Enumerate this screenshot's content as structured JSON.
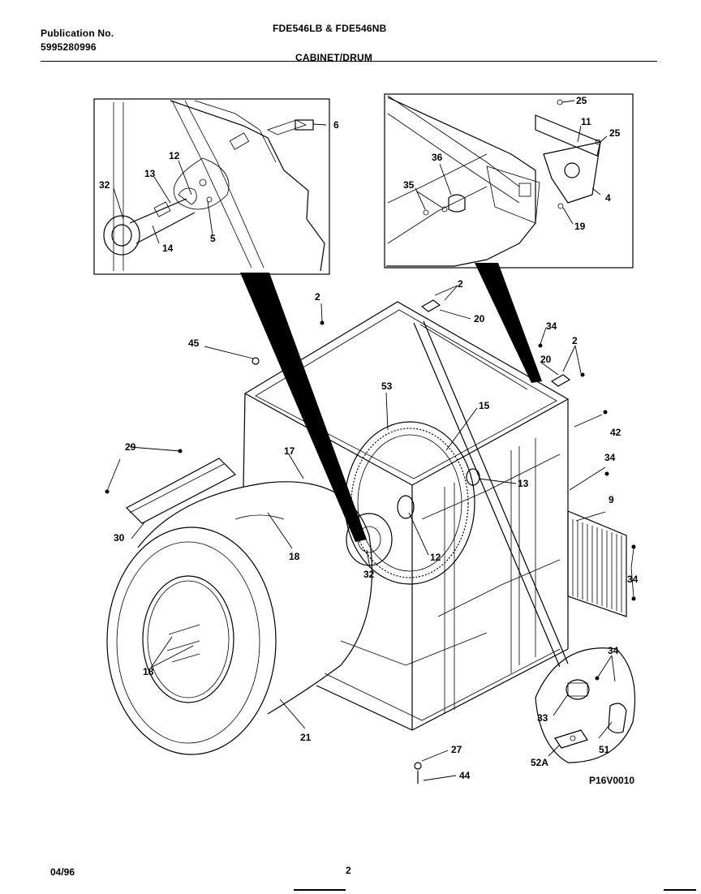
{
  "header": {
    "publication_label": "Publication No.",
    "publication_number": "5995280996",
    "models": "FDE546LB & FDE546NB",
    "section": "CABINET/DRUM"
  },
  "figure_code": "P16V0010",
  "footer": {
    "date": "04/96",
    "page": "2"
  },
  "callouts": {
    "c2a": "2",
    "c2b": "2",
    "c2c": "2",
    "c4": "4",
    "c5": "5",
    "c6": "6",
    "c9": "9",
    "c11": "11",
    "c12a": "12",
    "c12b": "12",
    "c13a": "13",
    "c13b": "13",
    "c14": "14",
    "c15": "15",
    "c17": "17",
    "c18a": "18",
    "c18b": "18",
    "c19": "19",
    "c20a": "20",
    "c20b": "20",
    "c21": "21",
    "c25a": "25",
    "c25b": "25",
    "c27": "27",
    "c29": "29",
    "c30": "30",
    "c32a": "32",
    "c32b": "32",
    "c33": "33",
    "c34a": "34",
    "c34b": "34",
    "c34c": "34",
    "c34d": "34",
    "c35": "35",
    "c36": "36",
    "c42": "42",
    "c44": "44",
    "c45": "45",
    "c51": "51",
    "c52a": "52A",
    "c53": "53"
  }
}
